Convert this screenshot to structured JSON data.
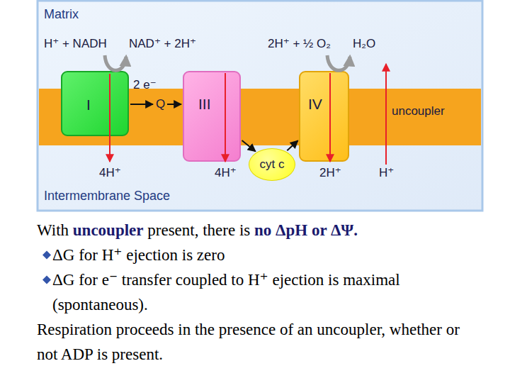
{
  "diagram": {
    "nodes": [
      {
        "text": [
          "I"
        ]
      },
      {
        "text": [
          "III"
        ]
      },
      {
        "text": [
          "IV"
        ]
      },
      {
        "text": [
          "cyt c"
        ]
      }
    ],
    "edges": [
      {
        "from": 1,
        "to": 3,
        "arrow": "to"
      },
      {
        "from": 3,
        "to": 2,
        "arrow": "to"
      }
    ],
    "labels": [
      "Matrix",
      "H⁺ + NADH",
      "NAD⁺ + 2H⁺",
      "2 e⁻",
      "Q",
      "2H⁺ + ½ O₂",
      "H₂O",
      "uncoupler",
      "4H⁺",
      "4H⁺",
      "2H⁺",
      "H⁺",
      "Intermembrane Space",
      "With",
      "uncoupler",
      "present, there is",
      "no ΔpH or ΔΨ.",
      "ΔG for H⁺ ejection is zero",
      "ΔG for e⁻ transfer coupled to H⁺ ejection is maximal (spontaneous).",
      "Respiration proceeds in the presence of an uncoupler, whether or not ADP is present."
    ]
  }
}
